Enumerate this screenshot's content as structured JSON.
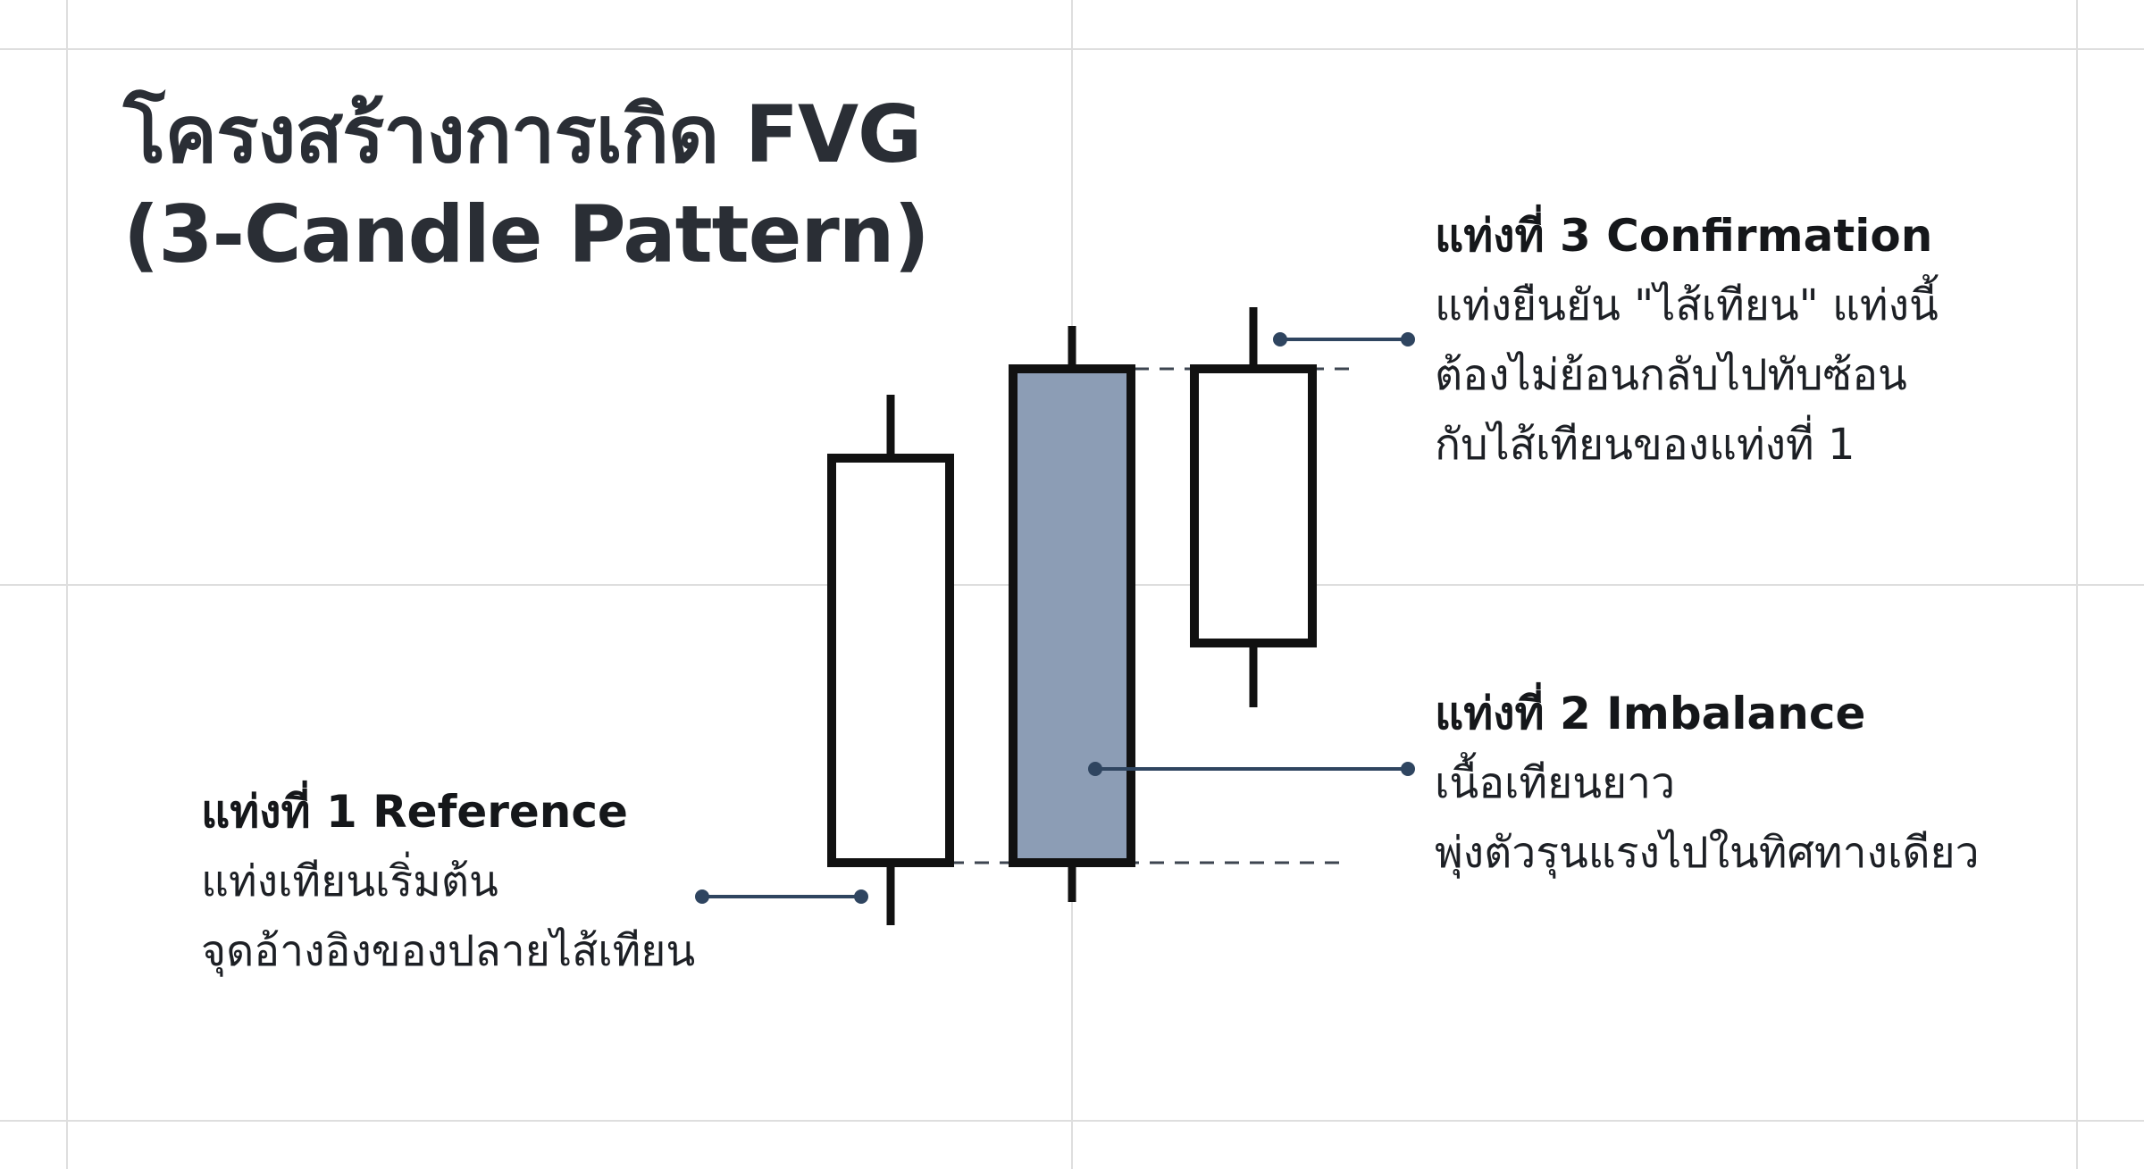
{
  "title": {
    "line1": "โครงสร้างการเกิด FVG",
    "line2": "(3-Candle Pattern)"
  },
  "candles": [
    {
      "id": "candle-1",
      "heading": "แท่งที่ 1 Reference",
      "lines": [
        "แท่งเทียนเริ่มต้น",
        "จุดอ้างอิงของปลายไส้เทียน"
      ]
    },
    {
      "id": "candle-2",
      "heading": "แท่งที่ 2 Imbalance",
      "lines": [
        "เนื้อเทียนยาว",
        "พุ่งตัวรุนแรงไปในทิศทางเดียว"
      ]
    },
    {
      "id": "candle-3",
      "heading": "แท่งที่ 3 Confirmation",
      "lines": [
        "แท่งยืนยัน \"ไส้เทียน\" แท่งนี้",
        "ต้องไม่ย้อนกลับไปทับซ้อน",
        "กับไส้เทียนของแท่งที่ 1"
      ]
    }
  ],
  "colors": {
    "candle_outline": "#111111",
    "imbalance_fill": "#8c9db5",
    "callout_line": "#2f4560",
    "dashed_line": "#3d4550",
    "grid_line": "#dedede"
  }
}
